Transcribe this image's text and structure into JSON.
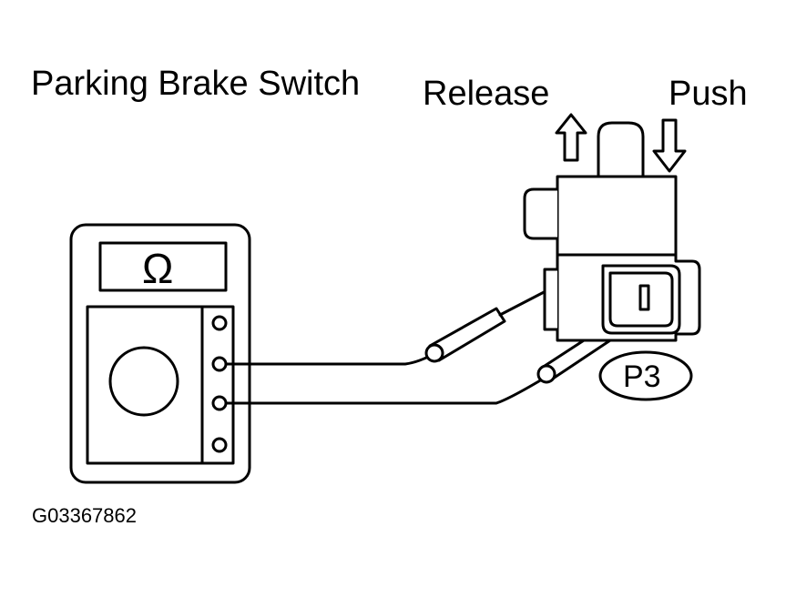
{
  "diagram": {
    "title": "Parking Brake Switch",
    "release_label": "Release",
    "push_label": "Push",
    "terminal_label": "P3",
    "meter_symbol": "Ω",
    "figure_code": "G03367862"
  },
  "icons": [
    "up-arrow-icon",
    "down-arrow-icon",
    "ohm-symbol"
  ]
}
